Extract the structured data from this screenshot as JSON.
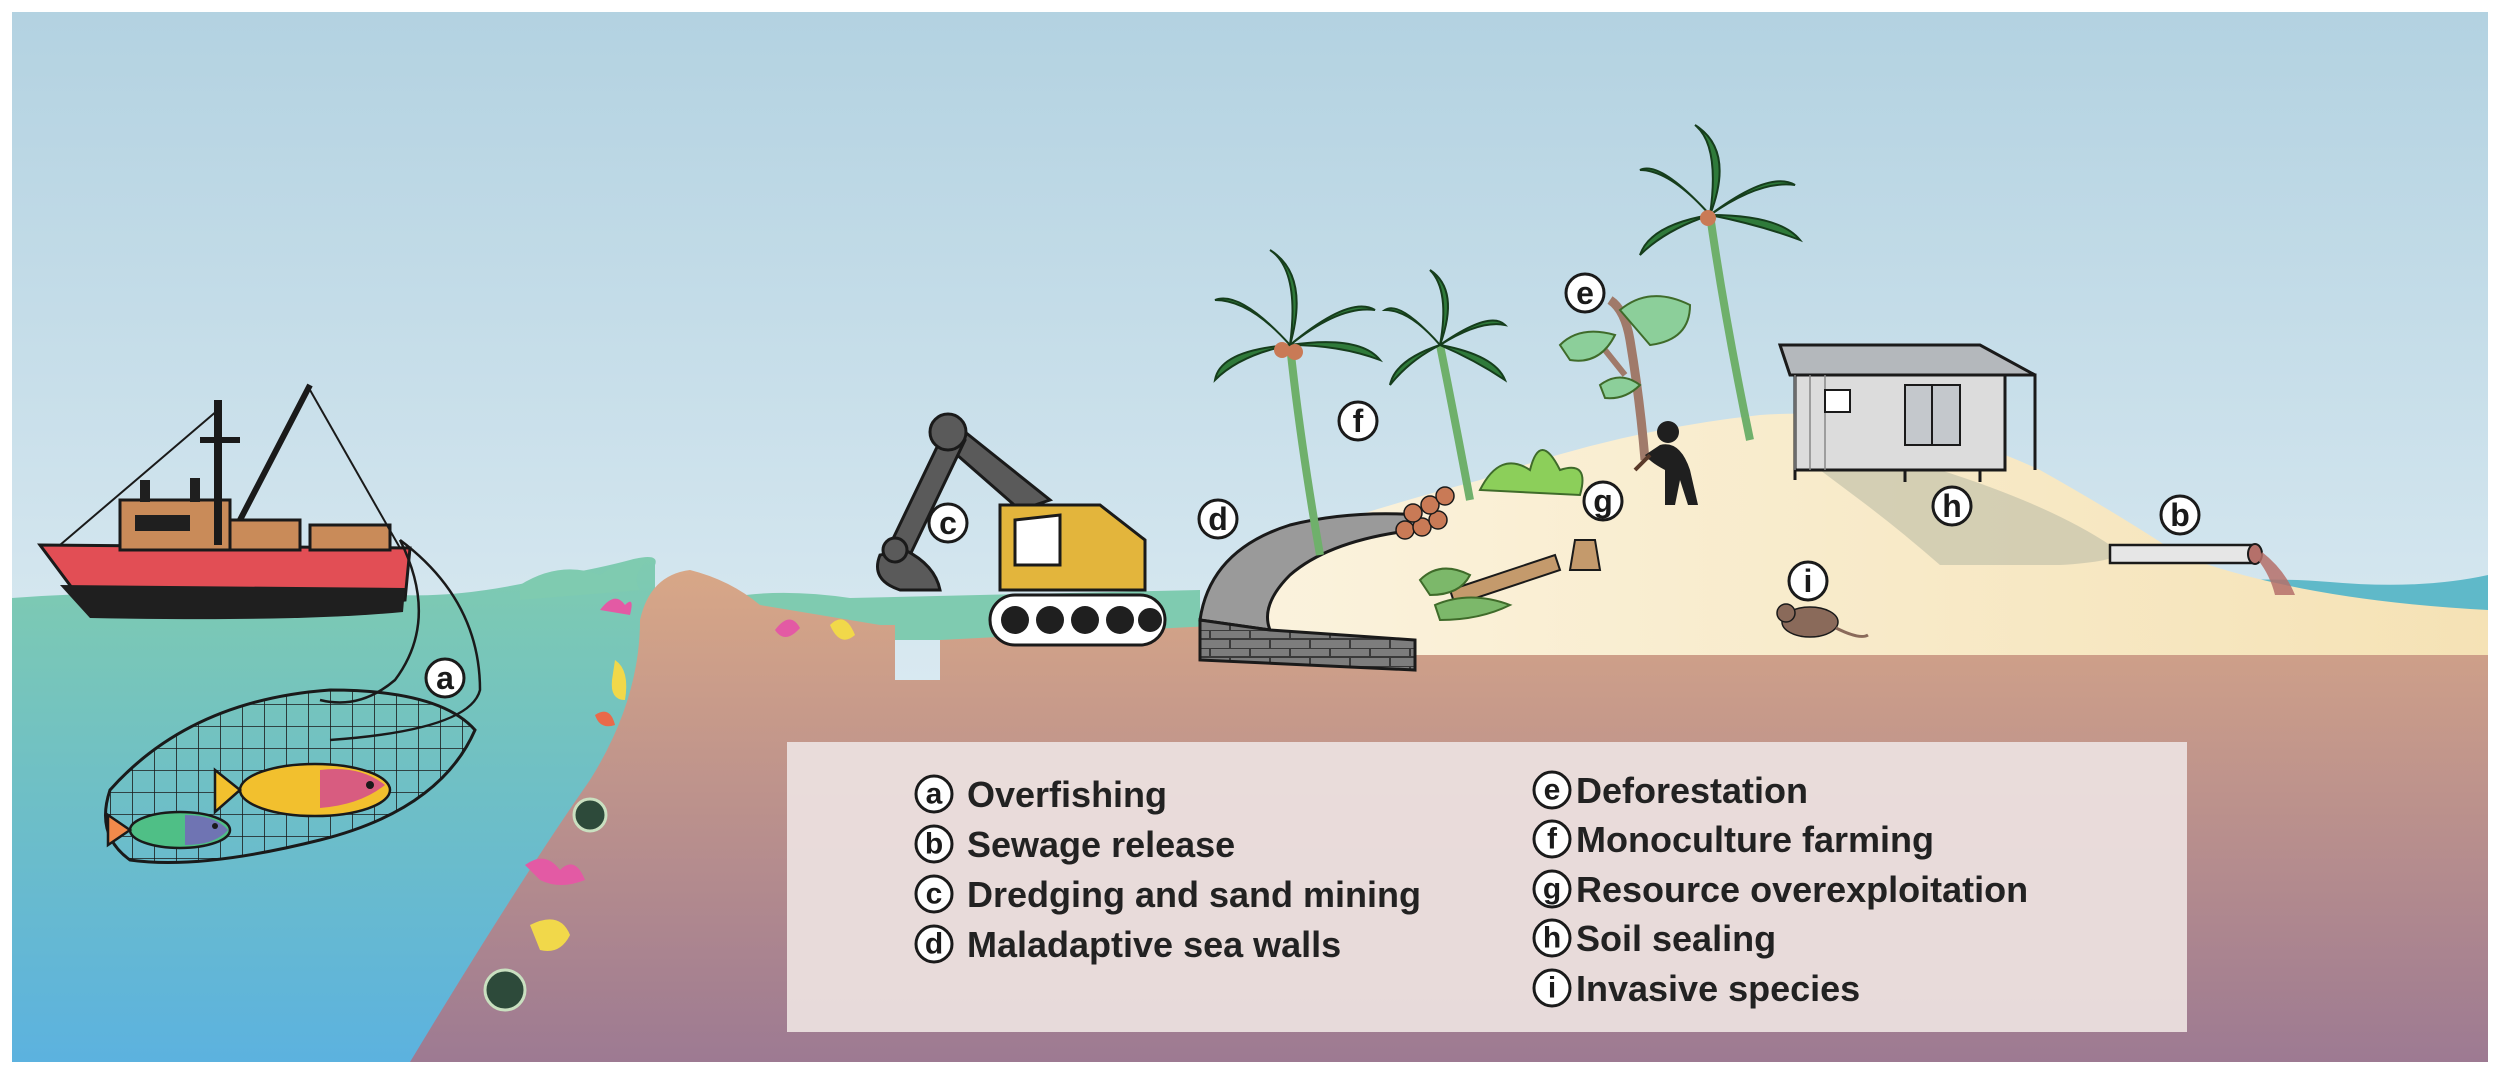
{
  "markers": {
    "a": "a",
    "b": "b",
    "c": "c",
    "d": "d",
    "e": "e",
    "f": "f",
    "g": "g",
    "h": "h",
    "i": "i"
  },
  "legend": {
    "left": [
      {
        "letter": "a",
        "label": "Overfishing"
      },
      {
        "letter": "b",
        "label": "Sewage release"
      },
      {
        "letter": "c",
        "label": "Dredging and sand mining"
      },
      {
        "letter": "d",
        "label": "Maladaptive sea walls"
      }
    ],
    "right": [
      {
        "letter": "e",
        "label": "Deforestation"
      },
      {
        "letter": "f",
        "label": "Monoculture farming"
      },
      {
        "letter": "g",
        "label": "Resource overexploitation"
      },
      {
        "letter": "h",
        "label": "Soil sealing"
      },
      {
        "letter": "i",
        "label": "Invasive species"
      }
    ]
  },
  "colors": {
    "sky_top": "#b5d3e2",
    "sky_bottom": "#eaf3f8",
    "sea_top": "#7ccab0",
    "sea_bottom": "#5fb5de",
    "ground_top": "#d6a486",
    "ground_bottom": "#a07a90",
    "sand": "#f6e7c0",
    "legend_box": "#eadcdb",
    "boat_hull": "#e24e55",
    "boat_cabin": "#c98b59",
    "excavator": "#e3b53c"
  }
}
